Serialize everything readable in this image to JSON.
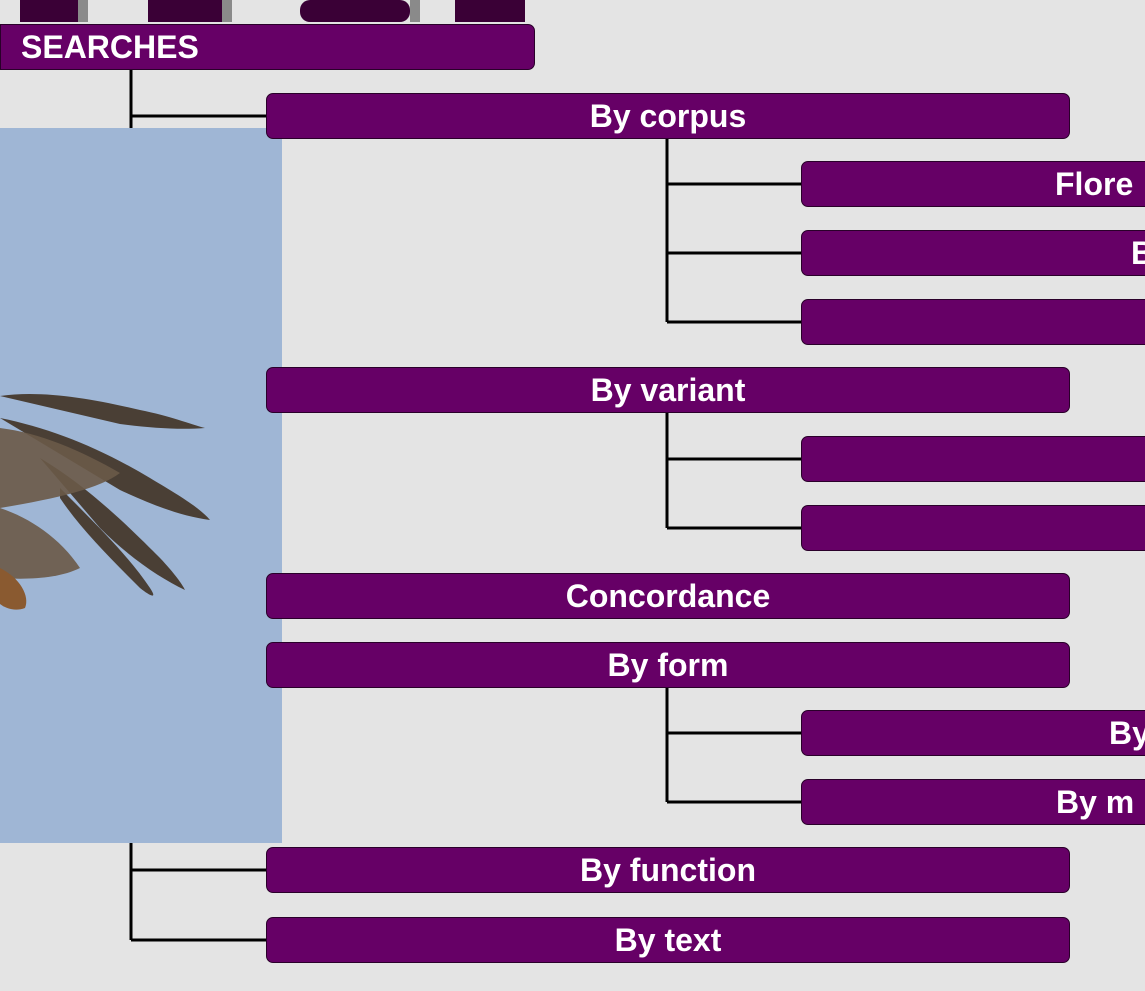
{
  "colors": {
    "background": "#e4e4e4",
    "node_fill": "#660066",
    "node_text": "#ffffff",
    "connector": "#000000",
    "sky": "#9fb6d5"
  },
  "root": {
    "label": "SEARCHES"
  },
  "categories": [
    {
      "label": "By corpus",
      "children": [
        {
          "label": "Flore"
        },
        {
          "label": "B"
        },
        {
          "label": ""
        }
      ]
    },
    {
      "label": "By variant",
      "children": [
        {
          "label": ""
        },
        {
          "label": ""
        }
      ]
    },
    {
      "label": "Concordance",
      "children": []
    },
    {
      "label": "By form",
      "children": [
        {
          "label": "By"
        },
        {
          "label": "By m"
        }
      ]
    },
    {
      "label": "By function",
      "children": []
    },
    {
      "label": "By text",
      "children": []
    }
  ],
  "images": {
    "photo": "bird-of-prey-in-flight-photo"
  }
}
